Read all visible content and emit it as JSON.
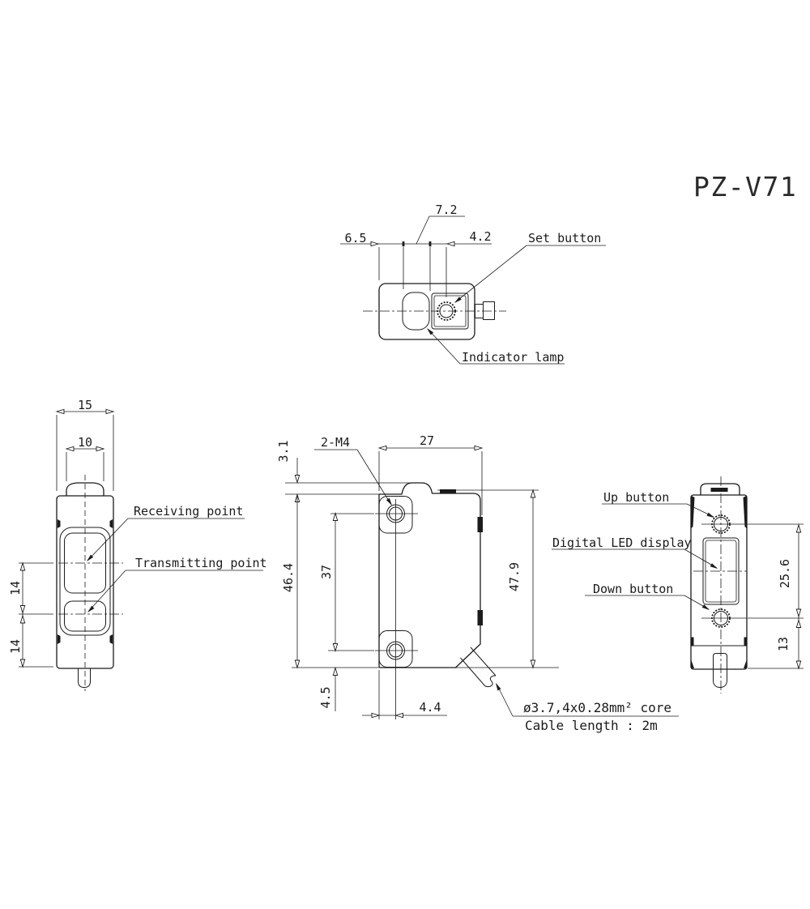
{
  "title": "PZ-V71",
  "colors": {
    "line": "#1b1b1b",
    "background": "#ffffff"
  },
  "top_view": {
    "dims": {
      "left_offset": "6.5",
      "lamp_width": "7.2",
      "right_offset": "4.2"
    },
    "labels": {
      "set_button": "Set button",
      "indicator_lamp": "Indicator lamp"
    }
  },
  "left_side_view": {
    "dims": {
      "body_width": "15",
      "head_width": "10",
      "lens_pitch": "14",
      "lens_to_bottom": "14"
    },
    "labels": {
      "receiving_point": "Receiving point",
      "transmitting_point": "Transmitting point"
    }
  },
  "front_view": {
    "dims": {
      "mounting_holes": "2-M4",
      "body_width": "27",
      "head_height": "3.1",
      "body_height": "46.4",
      "hole_pitch": "37",
      "overall_height": "47.9",
      "hole_to_bottom": "4.5",
      "hole_offset": "4.4"
    },
    "notes": {
      "cable_spec": "ø3.7,4x0.28mm² core",
      "cable_length": "Cable length : 2m"
    }
  },
  "right_side_view": {
    "labels": {
      "up_button": "Up button",
      "display": "Digital LED display",
      "down_button": "Down button"
    },
    "dims": {
      "display_span": "25.6",
      "bottom_span": "13"
    }
  }
}
